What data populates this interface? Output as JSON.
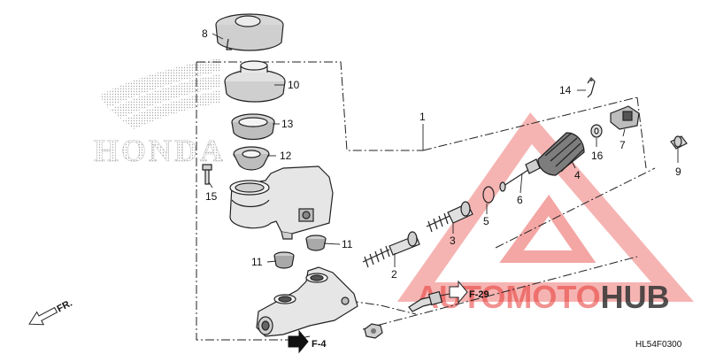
{
  "brand_watermark": {
    "text": "HONDA"
  },
  "site_watermark": {
    "prefix": "AUTOMOTO",
    "suffix": "HUB",
    "accent_color": "#e53935",
    "dark_color": "#333333"
  },
  "diagram_code": "HL54F0300",
  "direction_label": "FR.",
  "references": [
    "F-29",
    "F-4"
  ],
  "callouts": [
    {
      "id": "8",
      "label": "8"
    },
    {
      "id": "10",
      "label": "10"
    },
    {
      "id": "13",
      "label": "13"
    },
    {
      "id": "12",
      "label": "12"
    },
    {
      "id": "15",
      "label": "15"
    },
    {
      "id": "11a",
      "label": "11"
    },
    {
      "id": "11b",
      "label": "11"
    },
    {
      "id": "1",
      "label": "1"
    },
    {
      "id": "14",
      "label": "14"
    },
    {
      "id": "7",
      "label": "7"
    },
    {
      "id": "16",
      "label": "16"
    },
    {
      "id": "9",
      "label": "9"
    },
    {
      "id": "4",
      "label": "4"
    },
    {
      "id": "6",
      "label": "6"
    },
    {
      "id": "5",
      "label": "5"
    },
    {
      "id": "3",
      "label": "3"
    },
    {
      "id": "2",
      "label": "2"
    }
  ]
}
